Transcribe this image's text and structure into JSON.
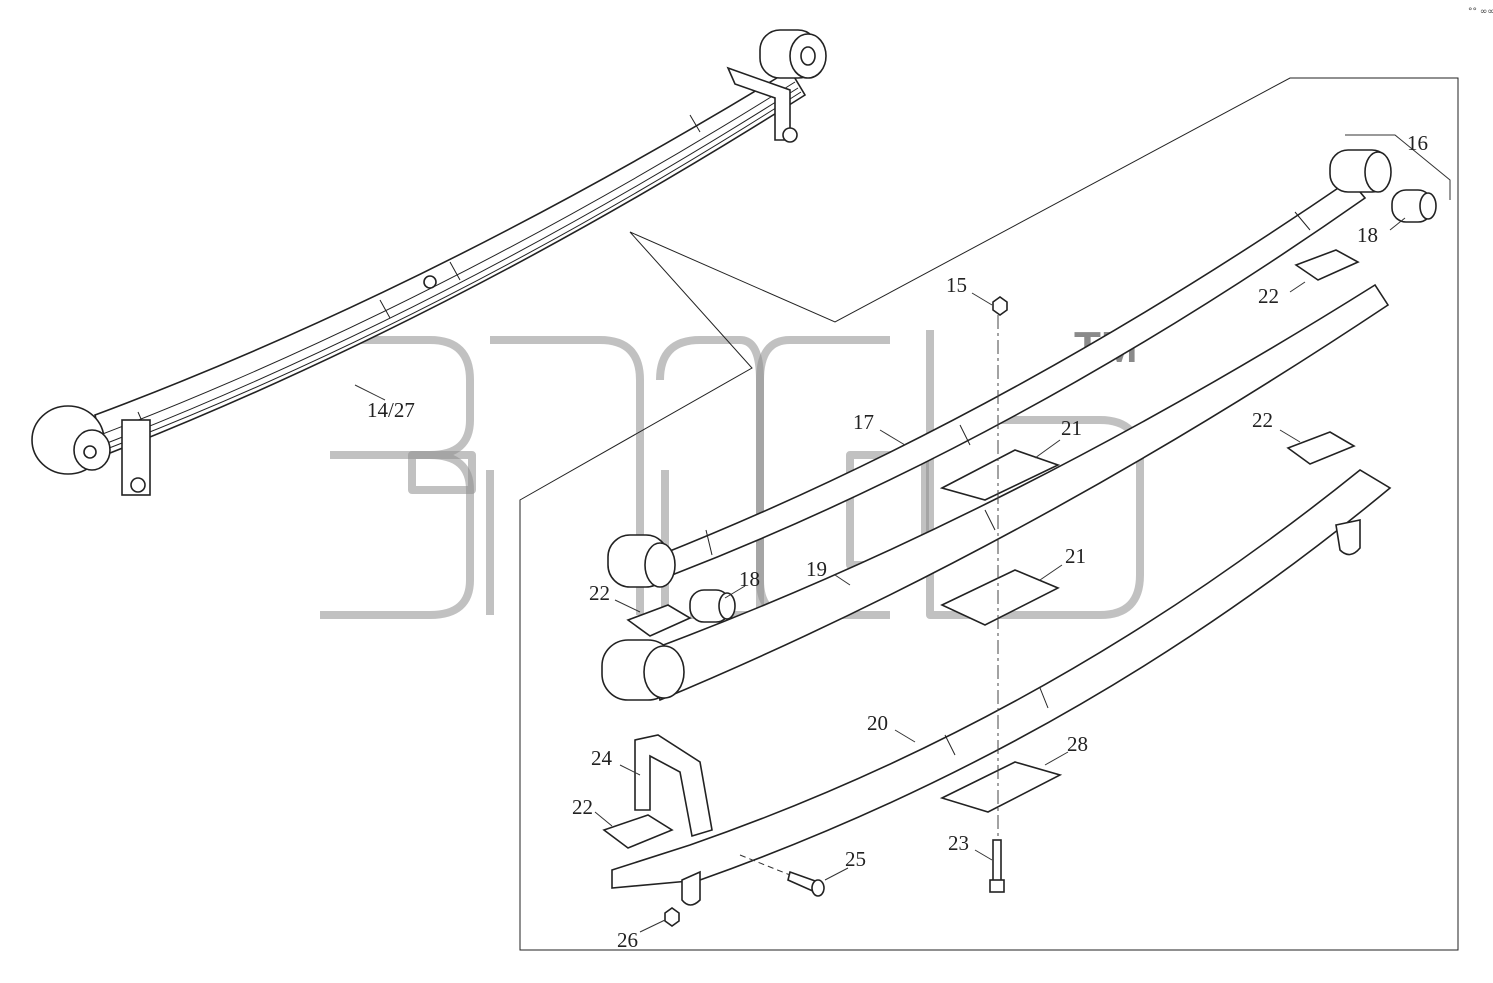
{
  "diagram": {
    "corner_mark": "°° ∞∞",
    "watermark_tm": "TM",
    "callouts": [
      {
        "id": "c16",
        "text": "16"
      },
      {
        "id": "c18a",
        "text": "18"
      },
      {
        "id": "c15",
        "text": "15"
      },
      {
        "id": "c22a",
        "text": "22"
      },
      {
        "id": "c14",
        "text": "14/27"
      },
      {
        "id": "c17",
        "text": "17"
      },
      {
        "id": "c21a",
        "text": "21"
      },
      {
        "id": "c22b",
        "text": "22"
      },
      {
        "id": "c18b",
        "text": "18"
      },
      {
        "id": "c22c",
        "text": "22"
      },
      {
        "id": "c19",
        "text": "19"
      },
      {
        "id": "c21b",
        "text": "21"
      },
      {
        "id": "c20",
        "text": "20"
      },
      {
        "id": "c28",
        "text": "28"
      },
      {
        "id": "c24",
        "text": "24"
      },
      {
        "id": "c22d",
        "text": "22"
      },
      {
        "id": "c25",
        "text": "25"
      },
      {
        "id": "c23",
        "text": "23"
      },
      {
        "id": "c26",
        "text": "26"
      }
    ]
  }
}
